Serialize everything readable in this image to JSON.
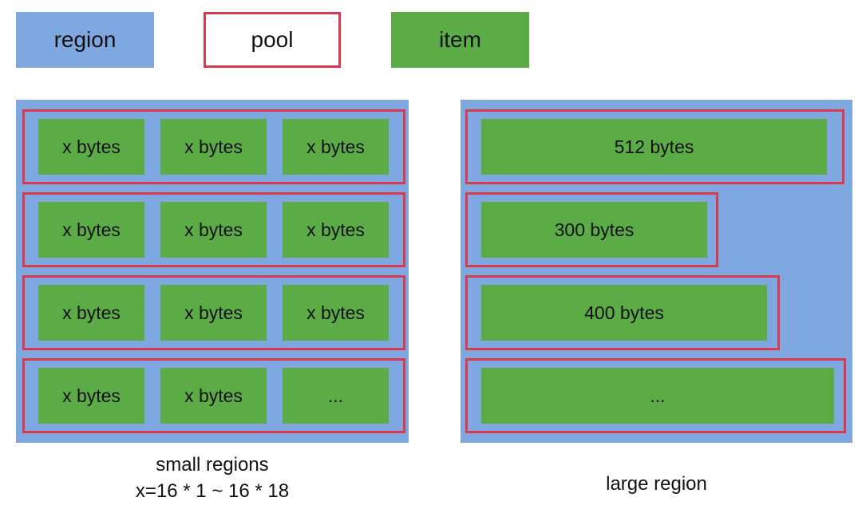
{
  "colors": {
    "region_fill": "#7fa7e0",
    "item_fill": "#5bab46",
    "pool_border": "#d93a4e"
  },
  "legend": {
    "region_label": "region",
    "pool_label": "pool",
    "item_label": "item"
  },
  "small_regions": {
    "caption_line1": "small regions",
    "caption_line2": "x=16 * 1 ~ 16 * 18",
    "pools": [
      {
        "items": [
          "x bytes",
          "x bytes",
          "x bytes"
        ]
      },
      {
        "items": [
          "x bytes",
          "x bytes",
          "x bytes"
        ]
      },
      {
        "items": [
          "x bytes",
          "x bytes",
          "x bytes"
        ]
      },
      {
        "items": [
          "x bytes",
          "x bytes",
          "..."
        ]
      }
    ]
  },
  "large_region": {
    "caption": "large region",
    "pools": [
      {
        "item_label": "512 bytes"
      },
      {
        "item_label": "300 bytes"
      },
      {
        "item_label": "400 bytes"
      },
      {
        "item_label": "..."
      }
    ]
  }
}
